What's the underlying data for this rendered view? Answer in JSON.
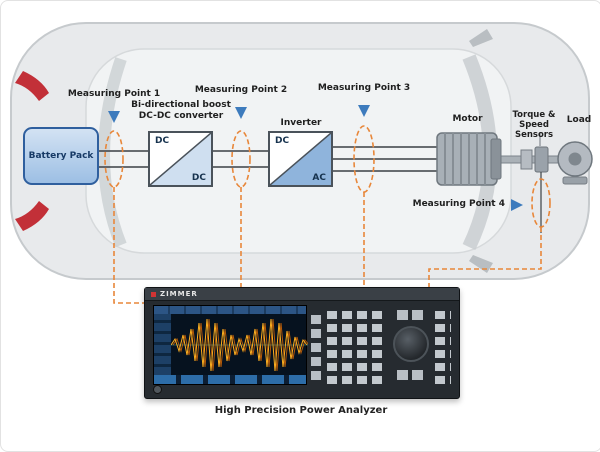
{
  "diagram": {
    "measuring_points": [
      {
        "label": "Measuring Point 1"
      },
      {
        "label": "Measuring Point 2"
      },
      {
        "label": "Measuring Point 3"
      },
      {
        "label": "Measuring Point 4"
      }
    ],
    "battery": {
      "label": "Battery Pack"
    },
    "dcdc": {
      "title": "Bi-directional boost\nDC-DC converter",
      "in": "DC",
      "out": "DC"
    },
    "inverter": {
      "title": "Inverter",
      "in": "DC",
      "out": "AC"
    },
    "motor": {
      "label": "Motor"
    },
    "sensors": {
      "label": "Torque &\nSpeed Sensors"
    },
    "load": {
      "label": "Load"
    },
    "analyzer": {
      "brand": "ZIMMER",
      "caption": "High Precision Power Analyzer"
    },
    "colors": {
      "measurement_accent": "#e8873a",
      "marker_blue": "#3d7bbd",
      "battery_fill": "#b9d2ec",
      "taillight_red": "#c23038"
    }
  }
}
